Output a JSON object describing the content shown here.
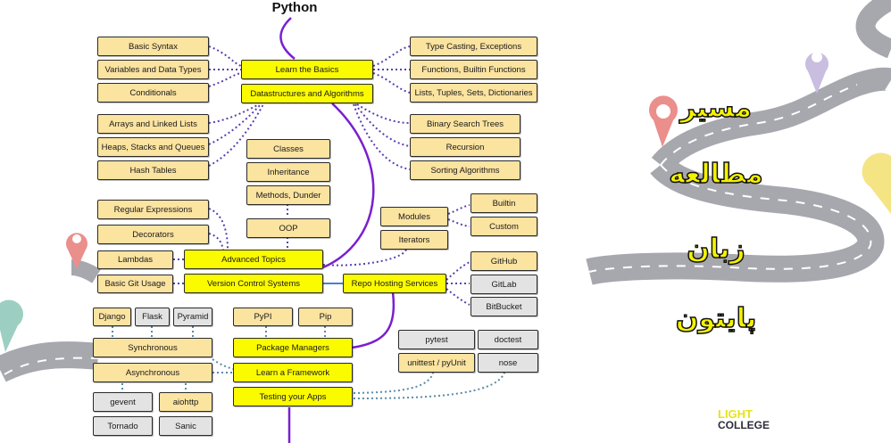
{
  "title": "Python",
  "colors": {
    "main_node": "#fbfb00",
    "sub_node": "#fbe3a0",
    "alt_node": "#e3e3e3",
    "main_path": "#7a1fd0",
    "dotted_purple": "#5b3fb0",
    "dotted_blue": "#5a8aa6",
    "solid_blue": "#4a7fd0",
    "road": "#8a8a94"
  },
  "nodes": {
    "basic_syntax": "Basic Syntax",
    "variables": "Variables and Data Types",
    "conditionals": "Conditionals",
    "learn_basics": "Learn the Basics",
    "datastructures": "Datastructures and Algorithms",
    "type_casting": "Type Casting, Exceptions",
    "functions": "Functions, Builtin Functions",
    "lists": "Lists, Tuples, Sets, Dictionaries",
    "arrays": "Arrays and Linked Lists",
    "heaps": "Heaps, Stacks and Queues",
    "hash_tables": "Hash Tables",
    "bst": "Binary Search Trees",
    "recursion": "Recursion",
    "sorting": "Sorting Algorithms",
    "classes": "Classes",
    "inheritance": "Inheritance",
    "methods": "Methods, Dunder",
    "oop": "OOP",
    "regex": "Regular Expressions",
    "decorators": "Decorators",
    "lambdas": "Lambdas",
    "advanced": "Advanced Topics",
    "modules": "Modules",
    "iterators": "Iterators",
    "builtin": "Builtin",
    "custom": "Custom",
    "git_usage": "Basic Git Usage",
    "vcs": "Version Control Systems",
    "repo_hosting": "Repo Hosting Services",
    "github": "GitHub",
    "gitlab": "GitLab",
    "bitbucket": "BitBucket",
    "django": "Django",
    "flask": "Flask",
    "pyramid": "Pyramid",
    "synchronous": "Synchronous",
    "asynchronous": "Asynchronous",
    "gevent": "gevent",
    "aiohttp": "aiohttp",
    "tornado": "Tornado",
    "sanic": "Sanic",
    "pypi": "PyPI",
    "pip": "Pip",
    "package_managers": "Package Managers",
    "framework": "Learn a Framework",
    "testing": "Testing your Apps",
    "pytest": "pytest",
    "doctest": "doctest",
    "unittest": "unittest / pyUnit",
    "nose": "nose"
  },
  "banner": {
    "line1": "مسیر",
    "line2": "مطالعه",
    "line3": "زبان",
    "line4": "پایتون"
  },
  "brand": {
    "line1": "LIGHT",
    "line2": "COLLEGE"
  }
}
